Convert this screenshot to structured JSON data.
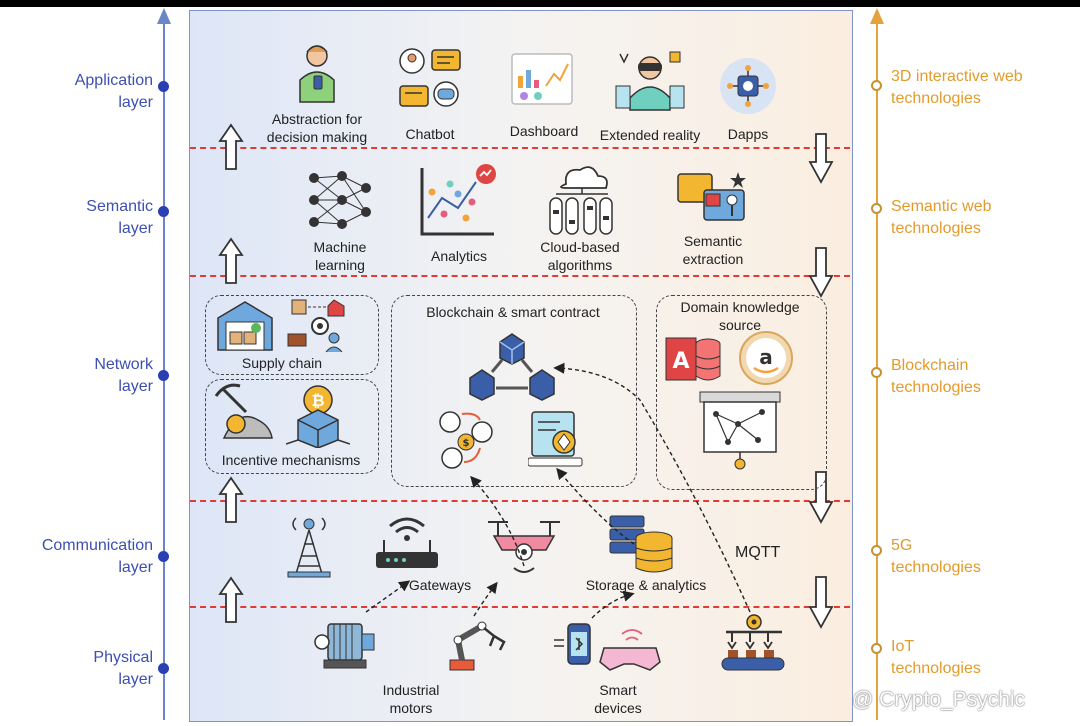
{
  "layers": [
    {
      "name": "Application\nlayer",
      "tech": "3D interactive web\ntechnologies"
    },
    {
      "name": "Semantic\nlayer",
      "tech": "Semantic web\ntechnologies"
    },
    {
      "name": "Network\nlayer",
      "tech": "Blockchain\ntechnologies"
    },
    {
      "name": "Communication\nlayer",
      "tech": "5G\ntechnologies"
    },
    {
      "name": "Physical\nlayer",
      "tech": "IoT\ntechnologies"
    }
  ],
  "application": {
    "decision": "Abstraction for\ndecision making",
    "chatbot": "Chatbot",
    "dashboard": "Dashboard",
    "xr": "Extended reality",
    "dapps": "Dapps"
  },
  "semantic": {
    "ml": "Machine\nlearning",
    "analytics": "Analytics",
    "cloud": "Cloud-based\nalgorithms",
    "extraction": "Semantic\nextraction"
  },
  "network": {
    "supply": "Supply chain",
    "incentive": "Incentive mechanisms",
    "blockchain": "Blockchain & smart contract",
    "domain": "Domain knowledge\nsource"
  },
  "communication": {
    "gateways": "Gateways",
    "storage": "Storage & analytics",
    "mqtt": "MQTT"
  },
  "physical": {
    "motors": "Industrial\nmotors",
    "devices": "Smart\ndevices"
  },
  "watermark": "@ Crypto_Psychic",
  "colors": {
    "layer_text": "#3d4fb0",
    "tech_text": "#e29b2c",
    "separator": "#e03b34"
  }
}
